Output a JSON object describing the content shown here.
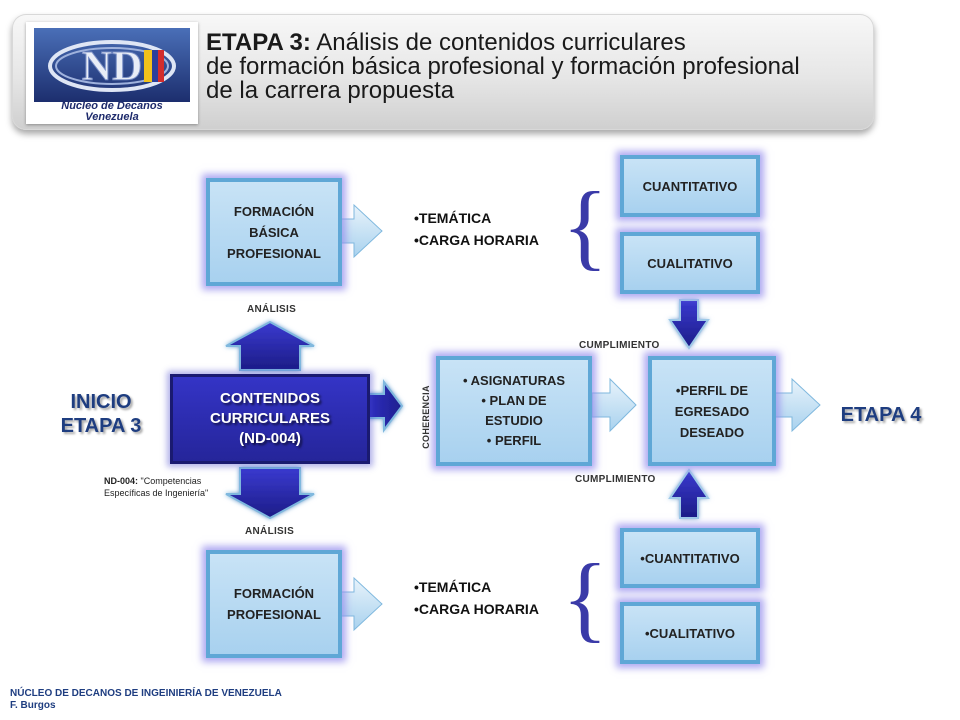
{
  "header": {
    "logo_caption_line1": "Núcleo de Decanos",
    "logo_caption_line2": "Venezuela",
    "logo_mark": "ND",
    "title_bold": "ETAPA 3:",
    "title_line1": " Análisis de contenidos curriculares",
    "title_line2": "de formación básica profesional y formación profesional",
    "title_line3": "de la carrera propuesta"
  },
  "boxes": {
    "formacion_basica": "FORMACIÓN\nBÁSICA\nPROFESIONAL",
    "formacion_profesional": "FORMACIÓN\nPROFESIONAL",
    "contenidos": "CONTENIDOS\nCURRICULARES\n(ND-004)",
    "asignaturas": "• ASIGNATURAS\n• PLAN DE\nESTUDIO\n• PERFIL",
    "perfil": "•PERFIL DE\nEGRESADO\nDESEADO",
    "cuantitativo_top": "CUANTITATIVO",
    "cualitativo_top": "CUALITATIVO",
    "cuantitativo_bottom": "•CUANTITATIVO",
    "cualitativo_bottom": "•CUALITATIVO"
  },
  "bullets_top": [
    "•TEMÁTICA",
    "•CARGA HORARIA"
  ],
  "bullets_bottom": [
    "•TEMÁTICA",
    "•CARGA HORARIA"
  ],
  "labels": {
    "analisis_top": "ANÁLISIS",
    "analisis_bottom": "ANÁLISIS",
    "coherencia": "COHERENCIA",
    "cumplimiento_top": "CUMPLIMIENTO",
    "cumplimiento_bottom": "CUMPLIMIENTO",
    "inicio": "INICIO\nETAPA 3",
    "etapa4": "ETAPA 4",
    "note_bold": "ND-004:",
    "note_rest": " \"Competencias\nEspecíficas de Ingeniería\""
  },
  "footer": {
    "line1": "NÚCLEO DE DECANOS DE INGEINIERÍA DE VENEZUELA",
    "line2": "F. Burgos"
  },
  "colors": {
    "box_fill": "#b4d9f2",
    "box_border": "#5fa7d6",
    "glow": "#948cec",
    "center_fill": "#2b2bae",
    "brace": "#3a3aa8",
    "accent_text": "#1e3d80"
  }
}
